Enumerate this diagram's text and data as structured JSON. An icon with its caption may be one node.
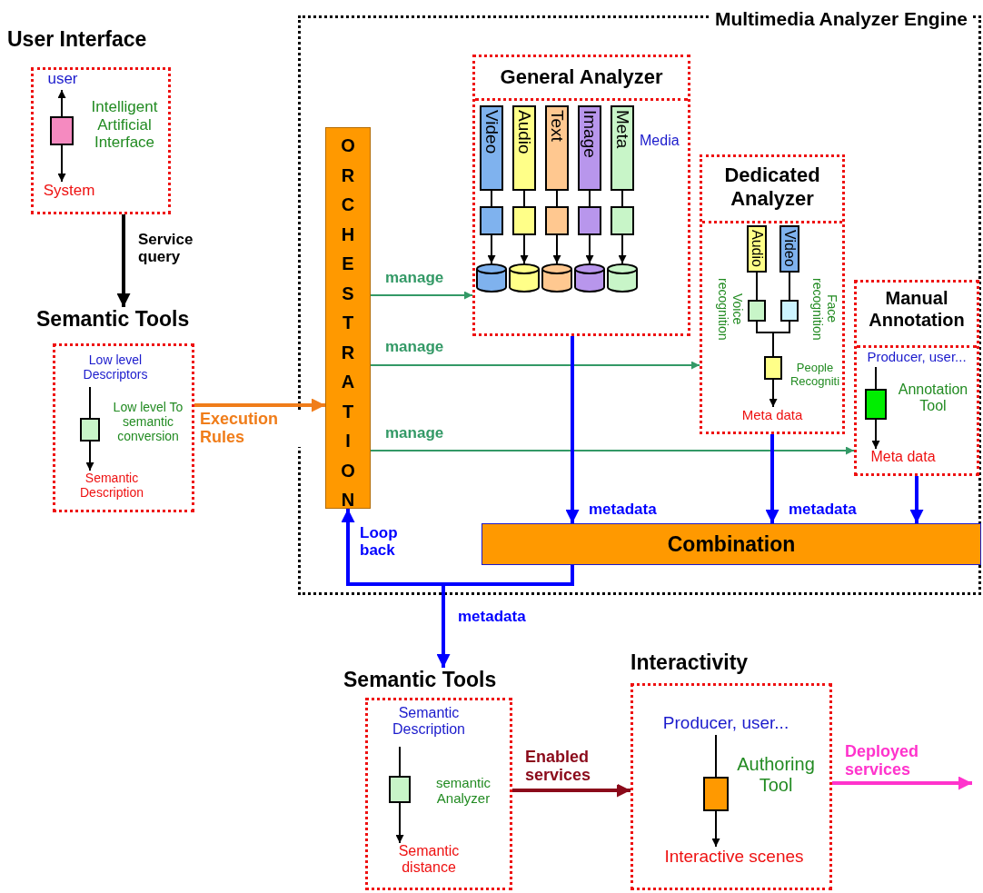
{
  "diagram": {
    "nodes": [
      {
        "text": [
          "Multimedia Analyzer Engine"
        ]
      },
      {
        "text": [
          "User Interface"
        ]
      },
      {
        "text": [
          "user"
        ],
        "in": 1
      },
      {
        "text": [],
        "shape": "box",
        "beside": [
          "Intelligent Artificial Interface"
        ],
        "in": 1
      },
      {
        "text": [
          "System"
        ],
        "in": 1
      },
      {
        "text": [
          "Semantic Tools"
        ]
      },
      {
        "text": [
          "Low level Descriptors"
        ],
        "in": 5
      },
      {
        "text": [],
        "shape": "box",
        "beside": [
          "Low level To semantic conversion"
        ],
        "in": 5
      },
      {
        "text": [
          "Semantic Description"
        ],
        "in": 5
      },
      {
        "text": [
          "ORCHESTRATION"
        ],
        "in": 0
      },
      {
        "text": [
          "General Analyzer",
          "Media"
        ],
        "in": 0
      },
      {
        "text": [
          "Video"
        ],
        "in": 10
      },
      {
        "text": [
          "Audio"
        ],
        "in": 10
      },
      {
        "text": [
          "Text"
        ],
        "in": 10
      },
      {
        "text": [
          "Image"
        ],
        "in": 10
      },
      {
        "text": [
          "Meta"
        ],
        "in": 10
      },
      {
        "text": [],
        "shape": "box",
        "in": 10
      },
      {
        "text": [],
        "shape": "box",
        "in": 10
      },
      {
        "text": [],
        "shape": "box",
        "in": 10
      },
      {
        "text": [],
        "shape": "box",
        "in": 10
      },
      {
        "text": [],
        "shape": "box",
        "in": 10
      },
      {
        "text": [],
        "shape": "cylinder",
        "in": 10
      },
      {
        "text": [],
        "shape": "cylinder",
        "in": 10
      },
      {
        "text": [],
        "shape": "cylinder",
        "in": 10
      },
      {
        "text": [],
        "shape": "cylinder",
        "in": 10
      },
      {
        "text": [],
        "shape": "cylinder",
        "in": 10
      },
      {
        "text": [
          "Dedicated Analyzer"
        ],
        "in": 0
      },
      {
        "text": [
          "Audio"
        ],
        "in": 26
      },
      {
        "text": [
          "Video"
        ],
        "in": 26
      },
      {
        "text": [],
        "shape": "box",
        "beside": [
          "Voice recognition"
        ],
        "in": 26
      },
      {
        "text": [],
        "shape": "box",
        "beside": [
          "Face recognition"
        ],
        "in": 26
      },
      {
        "text": [],
        "shape": "box",
        "beside": [
          "People Recogniti"
        ],
        "in": 26
      },
      {
        "text": [
          "Meta data"
        ],
        "in": 26
      },
      {
        "text": [
          "Manual Annotation"
        ],
        "in": 0
      },
      {
        "text": [
          "Producer, user..."
        ],
        "in": 33
      },
      {
        "text": [],
        "shape": "box",
        "beside": [
          "Annotation Tool"
        ],
        "in": 33
      },
      {
        "text": [
          "Meta data"
        ],
        "in": 33
      },
      {
        "text": [
          "Combination"
        ],
        "in": 0
      },
      {
        "text": [
          "Semantic Tools"
        ]
      },
      {
        "text": [
          "Semantic Description"
        ],
        "in": 38
      },
      {
        "text": [],
        "shape": "box",
        "beside": [
          "semantic Analyzer"
        ],
        "in": 38
      },
      {
        "text": [
          "Semantic distance"
        ],
        "in": 38
      },
      {
        "text": [
          "Interactivity"
        ]
      },
      {
        "text": [
          "Producer, user..."
        ],
        "in": 42
      },
      {
        "text": [],
        "shape": "box",
        "beside": [
          "Authoring Tool"
        ],
        "in": 42
      },
      {
        "text": [
          "Interactive scenes"
        ],
        "in": 42
      }
    ],
    "edges": [
      {
        "from": 3,
        "to": 2,
        "arrow": "to"
      },
      {
        "from": 3,
        "to": 4,
        "arrow": "to"
      },
      {
        "from": 1,
        "to": 5,
        "arrow": "to",
        "label": "Service query",
        "style": "thick"
      },
      {
        "from": 6,
        "to": 7,
        "arrow": "none"
      },
      {
        "from": 7,
        "to": 8,
        "arrow": "to"
      },
      {
        "from": 5,
        "to": 9,
        "arrow": "to",
        "label": "Execution Rules",
        "style": "thick",
        "color": "#f07d1a"
      },
      {
        "from": 9,
        "to": 10,
        "arrow": "to",
        "label": "manage",
        "color": "#339966"
      },
      {
        "from": 9,
        "to": 26,
        "arrow": "to",
        "label": "manage",
        "color": "#339966"
      },
      {
        "from": 9,
        "to": 33,
        "arrow": "to",
        "label": "manage",
        "color": "#339966"
      },
      {
        "from": 11,
        "to": 16,
        "arrow": "none"
      },
      {
        "from": 12,
        "to": 17,
        "arrow": "none"
      },
      {
        "from": 13,
        "to": 18,
        "arrow": "none"
      },
      {
        "from": 14,
        "to": 19,
        "arrow": "none"
      },
      {
        "from": 15,
        "to": 20,
        "arrow": "none"
      },
      {
        "from": 16,
        "to": 21,
        "arrow": "to"
      },
      {
        "from": 17,
        "to": 22,
        "arrow": "to"
      },
      {
        "from": 18,
        "to": 23,
        "arrow": "to"
      },
      {
        "from": 19,
        "to": 24,
        "arrow": "to"
      },
      {
        "from": 20,
        "to": 25,
        "arrow": "to"
      },
      {
        "from": 27,
        "to": 29,
        "arrow": "none"
      },
      {
        "from": 28,
        "to": 30,
        "arrow": "none"
      },
      {
        "from": 29,
        "to": 31,
        "arrow": "none"
      },
      {
        "from": 30,
        "to": 31,
        "arrow": "none"
      },
      {
        "from": 31,
        "to": 32,
        "arrow": "to"
      },
      {
        "from": 34,
        "to": 35,
        "arrow": "none"
      },
      {
        "from": 35,
        "to": 36,
        "arrow": "to"
      },
      {
        "from": 10,
        "to": 37,
        "arrow": "to",
        "label": "metadata",
        "style": "thick",
        "color": "#0000ff"
      },
      {
        "from": 26,
        "to": 37,
        "arrow": "to",
        "label": "metadata",
        "style": "thick",
        "color": "#0000ff"
      },
      {
        "from": 33,
        "to": 37,
        "arrow": "to",
        "style": "thick",
        "color": "#0000ff"
      },
      {
        "from": 37,
        "to": 9,
        "arrow": "to",
        "label": "Loop back",
        "style": "thick",
        "color": "#0000ff"
      },
      {
        "from": 37,
        "to": 38,
        "arrow": "to",
        "label": "metadata",
        "style": "thick",
        "color": "#0000ff"
      },
      {
        "from": 39,
        "to": 40,
        "arrow": "none"
      },
      {
        "from": 40,
        "to": 41,
        "arrow": "to"
      },
      {
        "from": 38,
        "to": 42,
        "arrow": "to",
        "label": "Enabled services",
        "style": "thick",
        "color": "#8b0a1a"
      },
      {
        "from": 43,
        "to": 44,
        "arrow": "none"
      },
      {
        "from": 44,
        "to": 45,
        "arrow": "to"
      },
      {
        "from": 42,
        "to": null,
        "arrow": "to",
        "label": "Deployed services",
        "style": "thick",
        "color": "#ff33cc"
      }
    ]
  }
}
